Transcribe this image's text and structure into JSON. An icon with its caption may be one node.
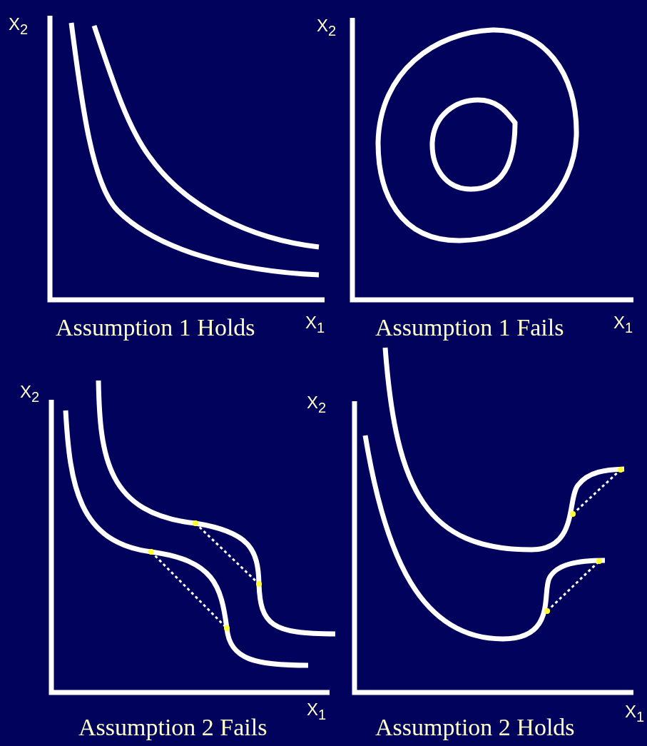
{
  "diagram": {
    "labels": [
      "X$_{2}$",
      "X$_{2}$",
      "Assumption 1 Holds",
      "X$_{1}$",
      "Assumption 1 Fails",
      "X$_{1}$",
      "X$_{2}$",
      "X$_{2}$",
      "X$_{1}$",
      "X$_{1}$",
      "Assumption 2 Fails",
      "Assumption 2 Holds"
    ]
  }
}
